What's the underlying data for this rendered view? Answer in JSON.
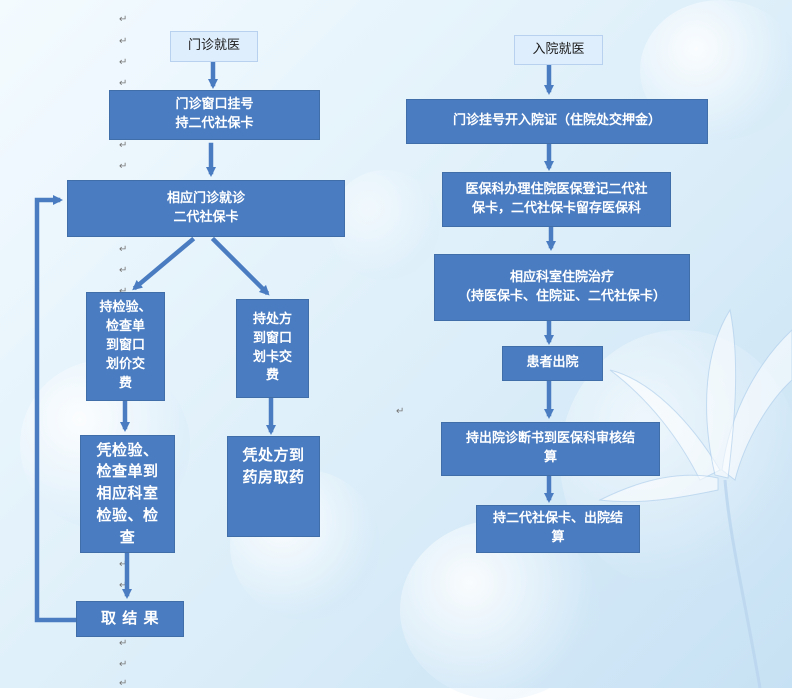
{
  "left_flow": {
    "outpatient": "门诊就医",
    "register": "门诊窗口挂号\n持二代社保卡",
    "consult": "相应门诊就诊\n二代社保卡",
    "exam_payment": "持检验、\n检查单\n到窗口\n划价交\n费",
    "prescription_payment": "持处方\n到窗口\n划卡交\n费",
    "exam_dept": "凭检验、\n检查单到\n相应科室\n检验、检\n查",
    "pharmacy": "凭处方到\n药房取药",
    "results": "取 结 果"
  },
  "right_flow": {
    "inpatient": "入院就医",
    "admission": "门诊挂号开入院证（住院处交押金）",
    "insurance_register": "医保科办理住院医保登记二代社\n保卡，二代社保卡留存医保科",
    "treatment": "相应科室住院治疗\n（持医保卡、住院证、二代社保卡）",
    "discharge": "患者出院",
    "audit": "持出院诊断书到医保科审核结\n算",
    "settlement": "持二代社保卡、出院结\n算"
  },
  "colors": {
    "box_blue": "#4a7cc1",
    "box_light": "#dfeefc",
    "arrow": "#4a7cc1"
  },
  "paragraph_mark": "↵"
}
